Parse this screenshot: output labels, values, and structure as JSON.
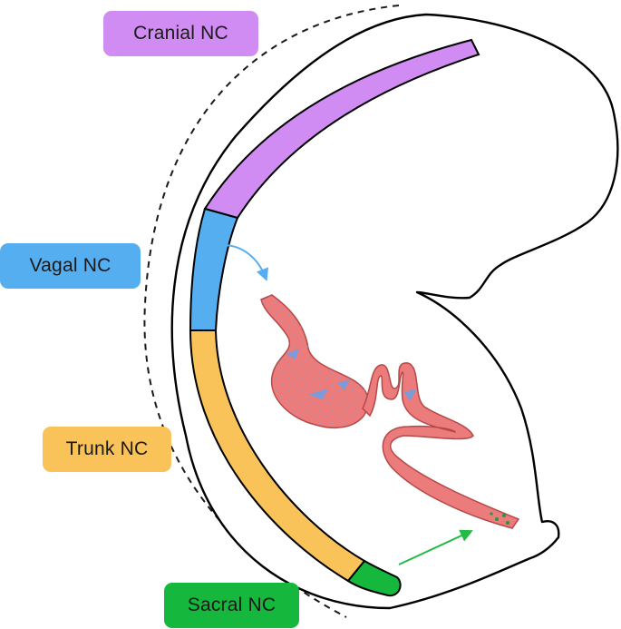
{
  "labels": {
    "cranial": "Cranial NC",
    "vagal": "Vagal NC",
    "trunk": "Trunk NC",
    "sacral": "Sacral NC"
  },
  "colors": {
    "cranial": "#d08cf2",
    "vagal": "#55aef0",
    "trunk": "#f9c35a",
    "sacral": "#15b73c",
    "gut": "#ec7b7b",
    "vagal_arrow": "#55aef0",
    "sacral_arrow": "#22bb44",
    "outline": "#000000"
  },
  "icons": {
    "vagal_migration": "arrow-icon",
    "sacral_migration": "arrow-icon"
  }
}
